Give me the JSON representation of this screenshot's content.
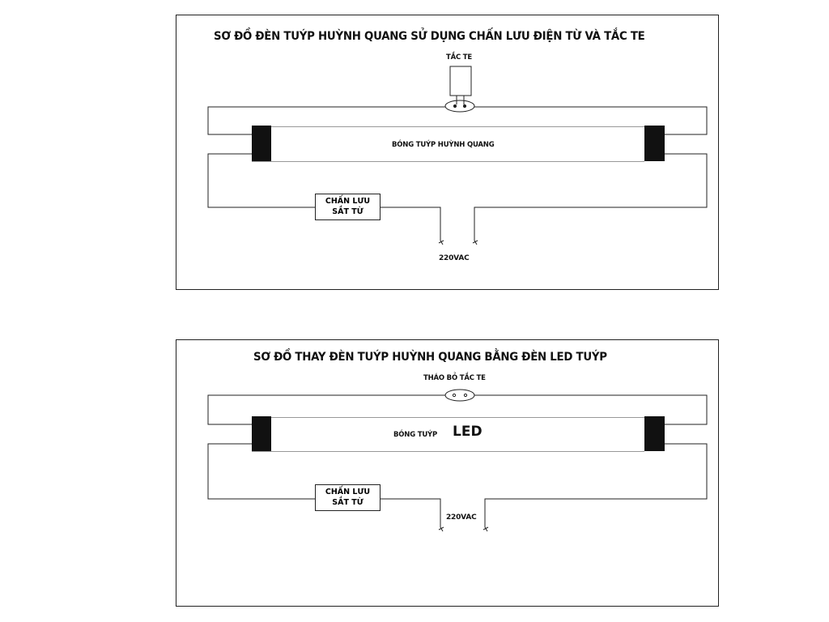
{
  "diagram_top": {
    "title": "SƠ ĐỒ ĐÈN TUÝP HUỲNH QUANG SỬ DỤNG CHẤN LƯU ĐIỆN TỪ VÀ TẮC TE",
    "starter_label": "TẮC TE",
    "tube_label": "BÓNG TUÝP HUỲNH QUANG",
    "ballast_line1": "CHẤN LƯU",
    "ballast_line2": "SẮT TỪ",
    "power_label": "220VAC"
  },
  "diagram_bottom": {
    "title": "SƠ ĐỒ THAY ĐÈN TUÝP HUỲNH QUANG BẰNG ĐÈN LED TUÝP",
    "starter_label": "THÁO BỎ TẮC TE",
    "tube_label": "BÓNG TUÝP",
    "tube_label_led": "LED",
    "ballast_line1": "CHẤN LƯU",
    "ballast_line2": "SẮT TỪ",
    "power_label": "220VAC"
  },
  "colors": {
    "line": "#222222",
    "endcap": "#111111",
    "tube_edge": "#999999"
  }
}
